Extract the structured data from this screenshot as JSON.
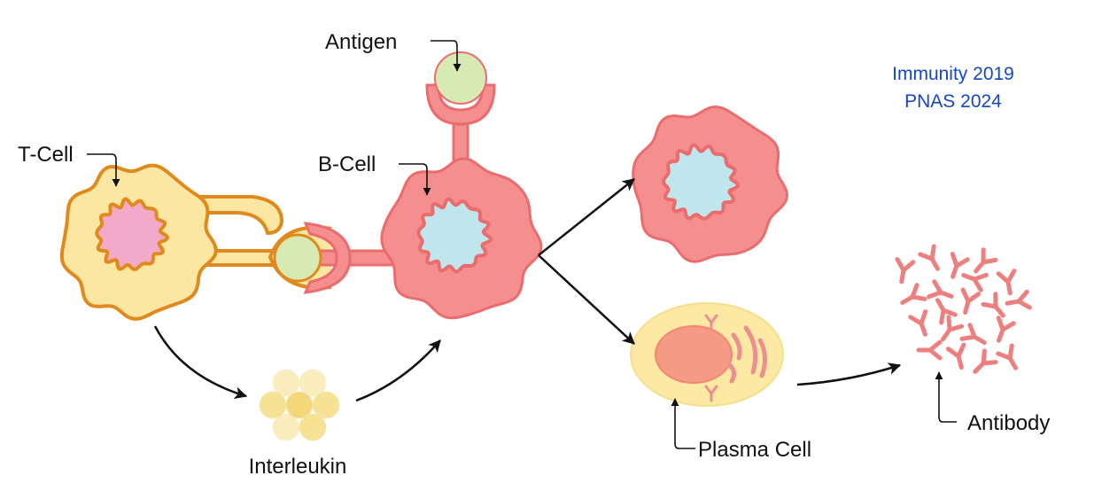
{
  "labels": {
    "antigen": "Antigen",
    "t_cell": "T-Cell",
    "b_cell": "B-Cell",
    "interleukin": "Interleukin",
    "plasma_cell": "Plasma Cell",
    "antibody": "Antibody"
  },
  "citations": [
    "Immunity 2019",
    "PNAS 2024"
  ],
  "colors": {
    "t_cell_fill": "#fbe6a2",
    "t_cell_outline": "#e08a1e",
    "t_nucleus": "#f3a9c8",
    "b_cell_fill": "#f58e8e",
    "b_cell_outline": "#ea6c6c",
    "b_nucleus": "#bfe6ec",
    "antigen": "#d7eab4",
    "interleukin": "#f5df8a",
    "plasma_fill": "#fbe9a4",
    "plasma_nucleus": "#f59a84",
    "antibody": "#ee7f7f",
    "citation": "#1446c8",
    "arrow": "#111111"
  }
}
